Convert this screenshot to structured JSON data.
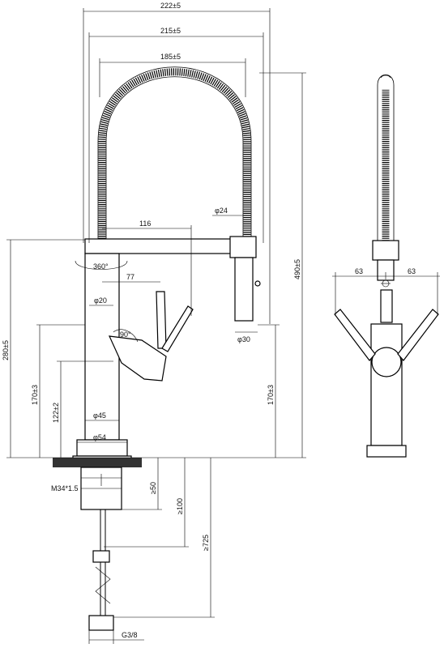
{
  "dimensions": {
    "top_width_1": "222±5",
    "top_width_2": "215±5",
    "top_width_3": "185±5",
    "spout_length": "116",
    "hose_dia": "φ24",
    "spray_head_dia": "φ30",
    "rotation": "360°",
    "handle_offset": "77",
    "stem_dia": "φ20",
    "handle_angle": "90°",
    "base_dia_1": "φ45",
    "base_dia_2": "φ54",
    "height_total": "490±5",
    "height_spout": "280±5",
    "height_body_left": "170±3",
    "height_body_right": "170±3",
    "height_lever": "122±2",
    "thread": "M34*1.5",
    "shank_min": "≥50",
    "shank_min_2": "≥100",
    "hose_min": "≥725",
    "inlet": "G3/8",
    "side_left": "63",
    "side_right": "63"
  }
}
